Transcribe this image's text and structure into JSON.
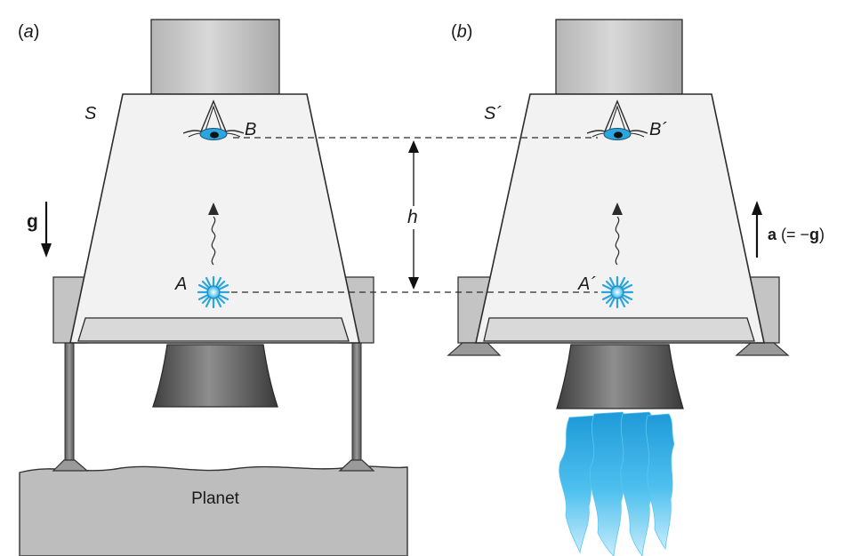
{
  "panels": {
    "a": {
      "tag_open": "(",
      "tag_letter": "a",
      "tag_close": ")",
      "frame_label": "S",
      "observer_label": "B",
      "source_label": "A",
      "gravity_label": "g",
      "ground_label": "Planet"
    },
    "b": {
      "tag_open": "(",
      "tag_letter": "b",
      "tag_close": ")",
      "frame_label": "S´",
      "observer_label": "B´",
      "source_label": "A´",
      "accel_bold_a": "a",
      "accel_middle": " (= −",
      "accel_bold_g": "g",
      "accel_close": ")"
    }
  },
  "height_label": "h",
  "colors": {
    "cabin_fill": "#f2f2f2",
    "outline": "#2b2b2b",
    "metal_light": "#c9c9c9",
    "metal_dark": "#5e5e5e",
    "source_blue": "#29a8e0",
    "exhaust_blue": "#3fb6ea",
    "ground": "#bdbdbd"
  }
}
